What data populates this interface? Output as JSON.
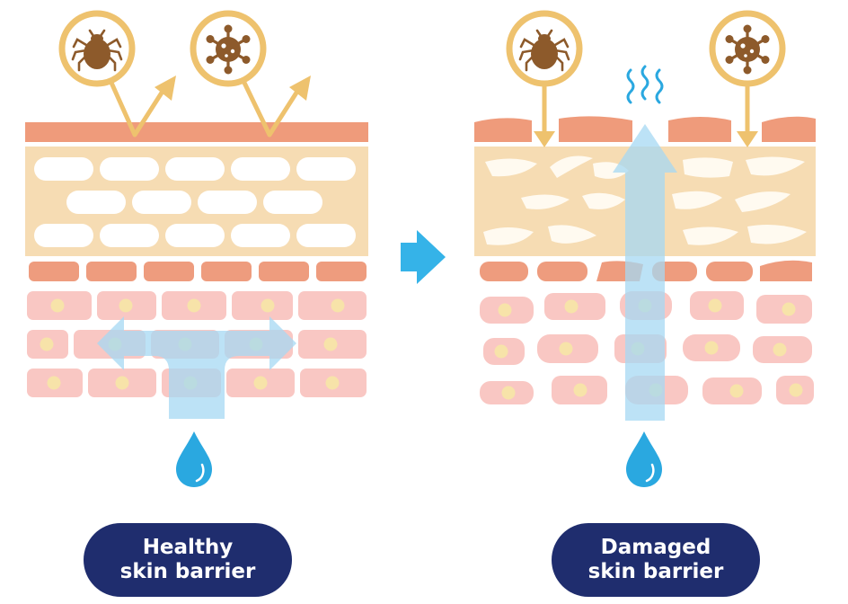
{
  "panels": [
    {
      "id": "healthy",
      "label_line1": "Healthy",
      "label_line2": "skin barrier",
      "threats": [
        "mite-icon",
        "virus-icon"
      ],
      "threat_outcome": "deflected",
      "water_flow": "retained"
    },
    {
      "id": "damaged",
      "label_line1": "Damaged",
      "label_line2": "skin barrier",
      "threats": [
        "mite-icon",
        "virus-icon"
      ],
      "threat_outcome": "penetrates",
      "water_flow": "evaporates"
    }
  ],
  "transition_icon": "arrow-right-icon",
  "colors": {
    "surface": "#ef9b7b",
    "lipid_layer": "#f6dcb3",
    "lipid_cell": "#ffffff",
    "brick": "#ee9c7e",
    "cell": "#f9c7c3",
    "nucleus": "#f7e3a9",
    "badge_ring": "#eec26e",
    "badge_fill": "#ffffff",
    "pest": "#8d5a2b",
    "water_arrow": "#a6d8f3",
    "water_drop": "#2aa8e0",
    "transition_arrow": "#35b3e8",
    "pill": "#1f2d6e"
  }
}
